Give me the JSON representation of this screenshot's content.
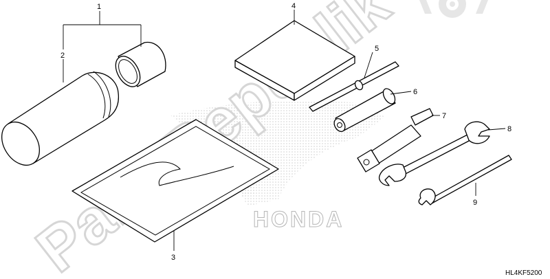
{
  "diagram": {
    "callouts": [
      "1",
      "2",
      "3",
      "4",
      "5",
      "6",
      "7",
      "8",
      "9"
    ],
    "diagram_code": "HL4KF5200"
  },
  "watermark": {
    "text": "PartsRepublik",
    "brand": "HONDA",
    "color": "#d9d9d9",
    "dots_color": "#c9c9c9"
  }
}
